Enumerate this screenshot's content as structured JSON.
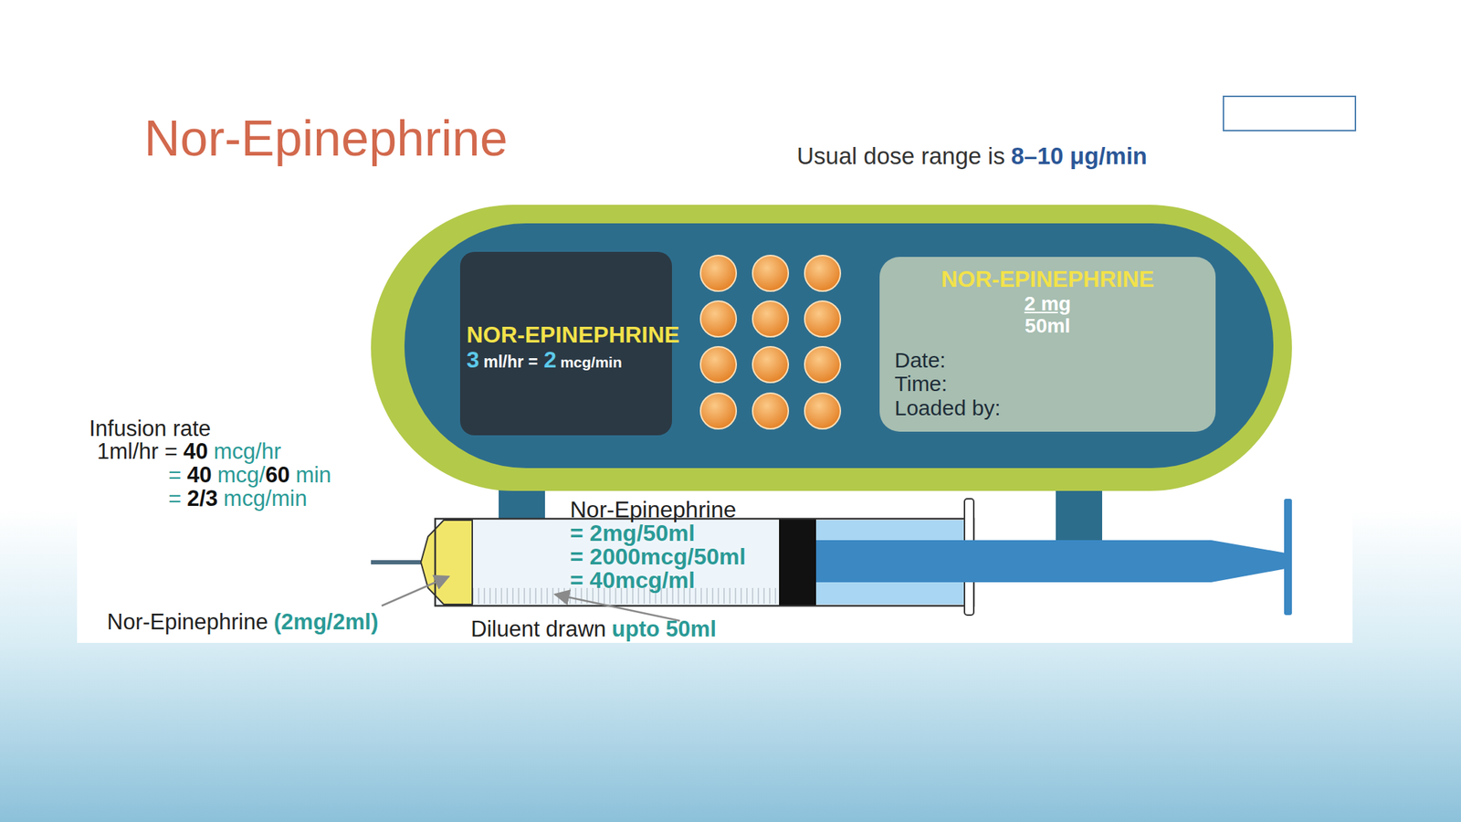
{
  "diagram": {
    "title": "Nor-Epinephrine",
    "nodes": [
      {
        "text": [
          "NOR-EPINEPHRINE",
          "3",
          "ml/hr =",
          "2",
          "mcg/min"
        ]
      },
      {
        "text": [
          "NOR-EPINEPHRINE",
          "2 mg",
          "50ml",
          "Date:",
          "Time:",
          "Loaded by:"
        ]
      },
      {
        "text": [
          "Nor-Epinephrine",
          "= 2mg/50ml",
          "= 2000mcg/50ml",
          "= 40mcg/ml"
        ]
      }
    ],
    "labels": [
      "Usual dose range is",
      "8–10 μg/min",
      "Infusion rate",
      "1ml/hr =",
      "40",
      "mcg/hr",
      "=",
      "40",
      "mcg/",
      "60",
      "min",
      "=",
      "2/3",
      "mcg/min",
      "Nor-Epinephrine",
      "(2mg/2ml)",
      "Diluent drawn",
      "upto 50ml"
    ]
  }
}
